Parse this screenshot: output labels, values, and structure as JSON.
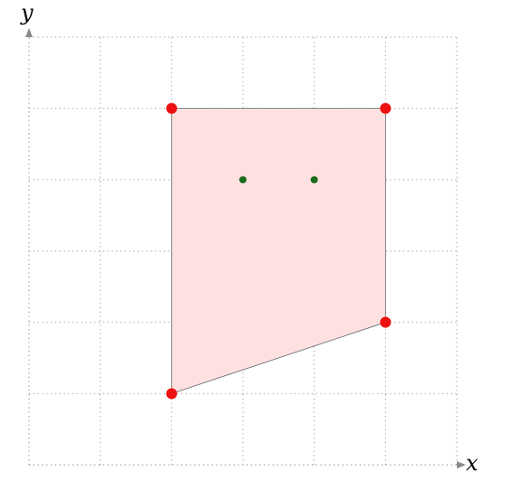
{
  "diagram": {
    "axes": {
      "x_label": "x",
      "y_label": "y",
      "x_range": [
        0,
        6
      ],
      "y_range": [
        0,
        6
      ],
      "grid": true,
      "grid_step": 1
    },
    "polygon": {
      "vertices": [
        [
          2,
          1
        ],
        [
          5,
          2
        ],
        [
          5,
          5
        ],
        [
          2,
          5
        ]
      ],
      "fill_color": "#fde0e0",
      "edge_color": "#666666"
    },
    "vertex_points": {
      "color": "#ee1111",
      "points": [
        [
          2,
          5
        ],
        [
          5,
          5
        ],
        [
          5,
          2
        ],
        [
          2,
          1
        ]
      ]
    },
    "interior_points": {
      "color": "#1a6b1a",
      "points": [
        [
          3,
          4
        ],
        [
          4,
          4
        ]
      ]
    }
  }
}
